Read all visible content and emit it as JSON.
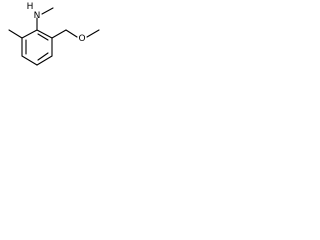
{
  "molecule": {
    "atom_labels": {
      "amine_nitrogen": "N",
      "amine_hydrogen": "H",
      "ether_oxygen": "O"
    },
    "bond_color": "#000000",
    "background_color": "#ffffff"
  }
}
